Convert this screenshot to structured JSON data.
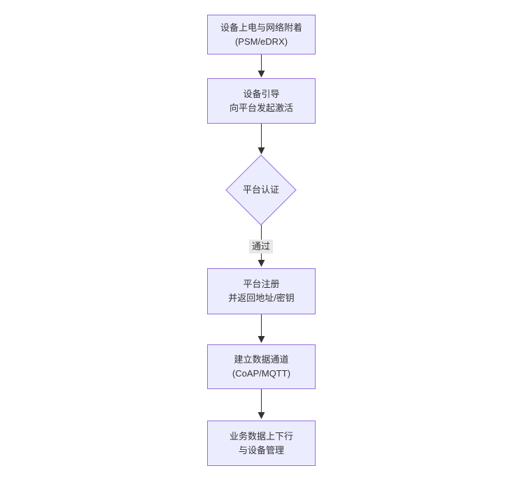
{
  "diagram": {
    "type": "flowchart",
    "direction": "top-down",
    "colors": {
      "background": "#ffffff",
      "node_fill": "#ececff",
      "node_border": "#9370db",
      "edge": "#333333",
      "text": "#333333",
      "edge_label_bg": "#e8e8e8"
    },
    "nodes": [
      {
        "id": "attach",
        "shape": "rect",
        "lines": [
          "设备上电与网络附着",
          "(PSM/eDRX)"
        ]
      },
      {
        "id": "bootstrap",
        "shape": "rect",
        "lines": [
          "设备引导",
          "向平台发起激活"
        ]
      },
      {
        "id": "auth",
        "shape": "diamond",
        "lines": [
          "平台认证"
        ]
      },
      {
        "id": "register",
        "shape": "rect",
        "lines": [
          "平台注册",
          "并返回地址/密钥"
        ]
      },
      {
        "id": "channel",
        "shape": "rect",
        "lines": [
          "建立数据通道",
          "(CoAP/MQTT)"
        ]
      },
      {
        "id": "business",
        "shape": "rect",
        "lines": [
          "业务数据上下行",
          "与设备管理"
        ]
      }
    ],
    "edges": [
      {
        "from": "attach",
        "to": "bootstrap"
      },
      {
        "from": "bootstrap",
        "to": "auth"
      },
      {
        "from": "auth",
        "to": "register",
        "label": "通过"
      },
      {
        "from": "register",
        "to": "channel"
      },
      {
        "from": "channel",
        "to": "business"
      }
    ]
  }
}
